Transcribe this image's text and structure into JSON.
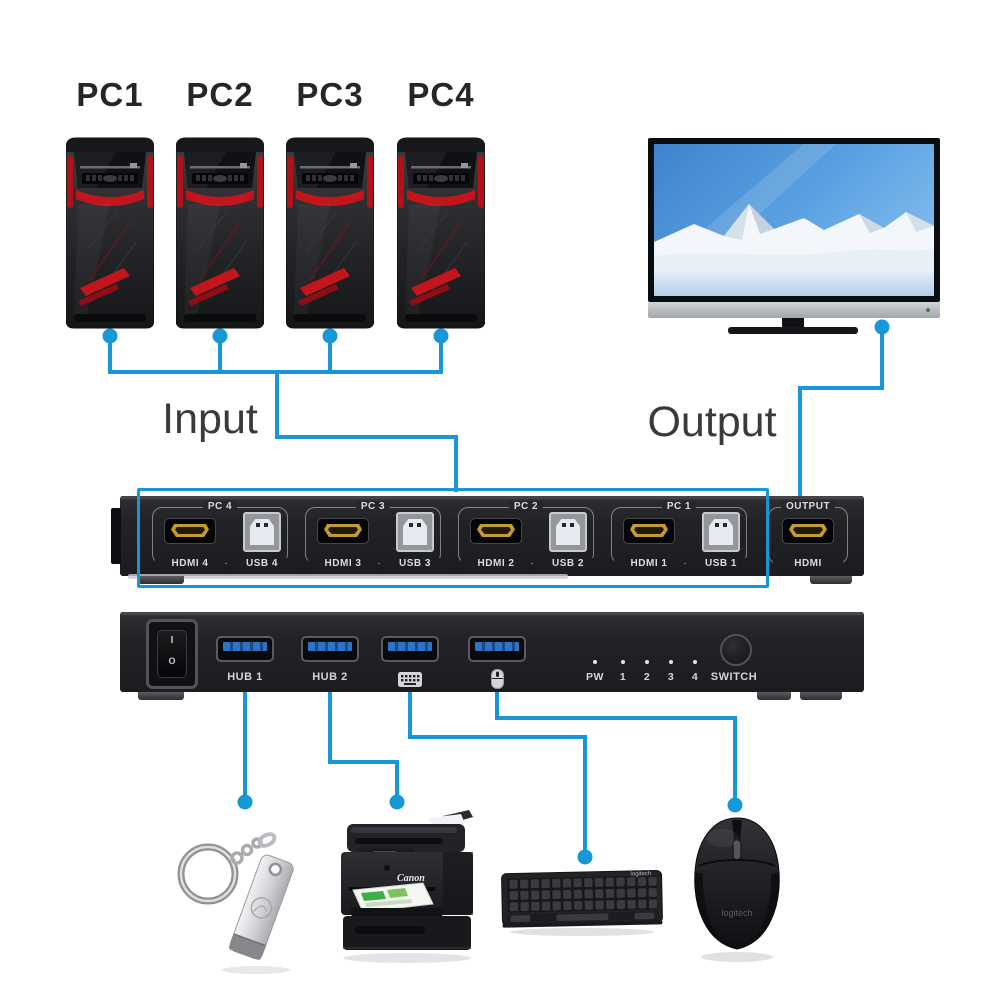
{
  "diagram": {
    "input_label": "Input",
    "output_label": "Output"
  },
  "pcs": [
    {
      "label": "PC1"
    },
    {
      "label": "PC2"
    },
    {
      "label": "PC3"
    },
    {
      "label": "PC4"
    }
  ],
  "rear_panel": {
    "groups": [
      {
        "pc": "PC 4",
        "hdmi": "HDMI 4",
        "usb": "USB 4"
      },
      {
        "pc": "PC 3",
        "hdmi": "HDMI 3",
        "usb": "USB 3"
      },
      {
        "pc": "PC 2",
        "hdmi": "HDMI 2",
        "usb": "USB 2"
      },
      {
        "pc": "PC 1",
        "hdmi": "HDMI 1",
        "usb": "USB 1"
      }
    ],
    "output_group": {
      "top": "OUTPUT",
      "bottom": "HDMI"
    }
  },
  "front_panel": {
    "power_on": "I",
    "power_off": "O",
    "hub1": "HUB 1",
    "hub2": "HUB 2",
    "leds": [
      "PW",
      "1",
      "2",
      "3",
      "4"
    ],
    "switch_label": "SWITCH"
  },
  "peripherals": {
    "printer_logo": "Canon",
    "keyboard_logo": "logitech",
    "mouse_logo": "logitech"
  },
  "colors": {
    "wire_blue": "#1798d6",
    "pc_accent_red": "#c3151c"
  }
}
